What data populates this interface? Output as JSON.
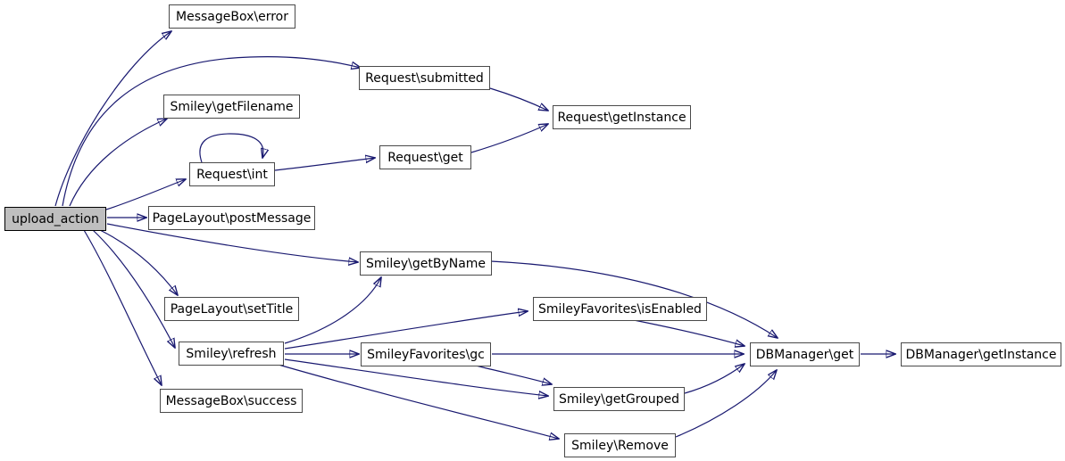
{
  "diagram": {
    "type": "doxygen-call-graph",
    "background_color": "#ffffff",
    "edge_color": "#191970",
    "node_border_color": "#4a4a4a",
    "node_fill_color": "#ffffff",
    "root_node_fill_color": "#bfbfbf",
    "nodes": [
      {
        "id": "upload_action",
        "label": "upload_action",
        "highlighted": true
      },
      {
        "id": "messagebox_error",
        "label": "MessageBox\\error",
        "highlighted": false
      },
      {
        "id": "request_submitted",
        "label": "Request\\submitted",
        "highlighted": false
      },
      {
        "id": "smiley_getfilename",
        "label": "Smiley\\getFilename",
        "highlighted": false
      },
      {
        "id": "request_getinstance",
        "label": "Request\\getInstance",
        "highlighted": false
      },
      {
        "id": "request_int",
        "label": "Request\\int",
        "highlighted": false
      },
      {
        "id": "request_get",
        "label": "Request\\get",
        "highlighted": false
      },
      {
        "id": "pagelayout_postmessage",
        "label": "PageLayout\\postMessage",
        "highlighted": false
      },
      {
        "id": "smiley_getbyname",
        "label": "Smiley\\getByName",
        "highlighted": false
      },
      {
        "id": "pagelayout_settitle",
        "label": "PageLayout\\setTitle",
        "highlighted": false
      },
      {
        "id": "smileyfavorites_isenabled",
        "label": "SmileyFavorites\\isEnabled",
        "highlighted": false
      },
      {
        "id": "smiley_refresh",
        "label": "Smiley\\refresh",
        "highlighted": false
      },
      {
        "id": "smileyfavorites_gc",
        "label": "SmileyFavorites\\gc",
        "highlighted": false
      },
      {
        "id": "dbmanager_get",
        "label": "DBManager\\get",
        "highlighted": false
      },
      {
        "id": "dbmanager_getinstance",
        "label": "DBManager\\getInstance",
        "highlighted": false
      },
      {
        "id": "smiley_getgrouped",
        "label": "Smiley\\getGrouped",
        "highlighted": false
      },
      {
        "id": "messagebox_success",
        "label": "MessageBox\\success",
        "highlighted": false
      },
      {
        "id": "smiley_remove",
        "label": "Smiley\\Remove",
        "highlighted": false
      }
    ],
    "edges": [
      {
        "from": "upload_action",
        "to": "messagebox_error"
      },
      {
        "from": "upload_action",
        "to": "request_submitted"
      },
      {
        "from": "upload_action",
        "to": "smiley_getfilename"
      },
      {
        "from": "upload_action",
        "to": "request_int"
      },
      {
        "from": "upload_action",
        "to": "pagelayout_postmessage"
      },
      {
        "from": "upload_action",
        "to": "smiley_getbyname"
      },
      {
        "from": "upload_action",
        "to": "pagelayout_settitle"
      },
      {
        "from": "upload_action",
        "to": "smiley_refresh"
      },
      {
        "from": "upload_action",
        "to": "messagebox_success"
      },
      {
        "from": "request_submitted",
        "to": "request_getinstance"
      },
      {
        "from": "request_get",
        "to": "request_getinstance"
      },
      {
        "from": "request_int",
        "to": "request_int"
      },
      {
        "from": "request_int",
        "to": "request_get"
      },
      {
        "from": "smiley_getbyname",
        "to": "dbmanager_get"
      },
      {
        "from": "smiley_refresh",
        "to": "smiley_getbyname"
      },
      {
        "from": "smiley_refresh",
        "to": "smileyfavorites_isenabled"
      },
      {
        "from": "smiley_refresh",
        "to": "smileyfavorites_gc"
      },
      {
        "from": "smiley_refresh",
        "to": "smiley_getgrouped"
      },
      {
        "from": "smiley_refresh",
        "to": "smiley_remove"
      },
      {
        "from": "smileyfavorites_isenabled",
        "to": "dbmanager_get"
      },
      {
        "from": "smileyfavorites_gc",
        "to": "dbmanager_get"
      },
      {
        "from": "smileyfavorites_gc",
        "to": "smiley_getgrouped"
      },
      {
        "from": "smiley_getgrouped",
        "to": "dbmanager_get"
      },
      {
        "from": "smiley_remove",
        "to": "dbmanager_get"
      },
      {
        "from": "dbmanager_get",
        "to": "dbmanager_getinstance"
      }
    ]
  }
}
